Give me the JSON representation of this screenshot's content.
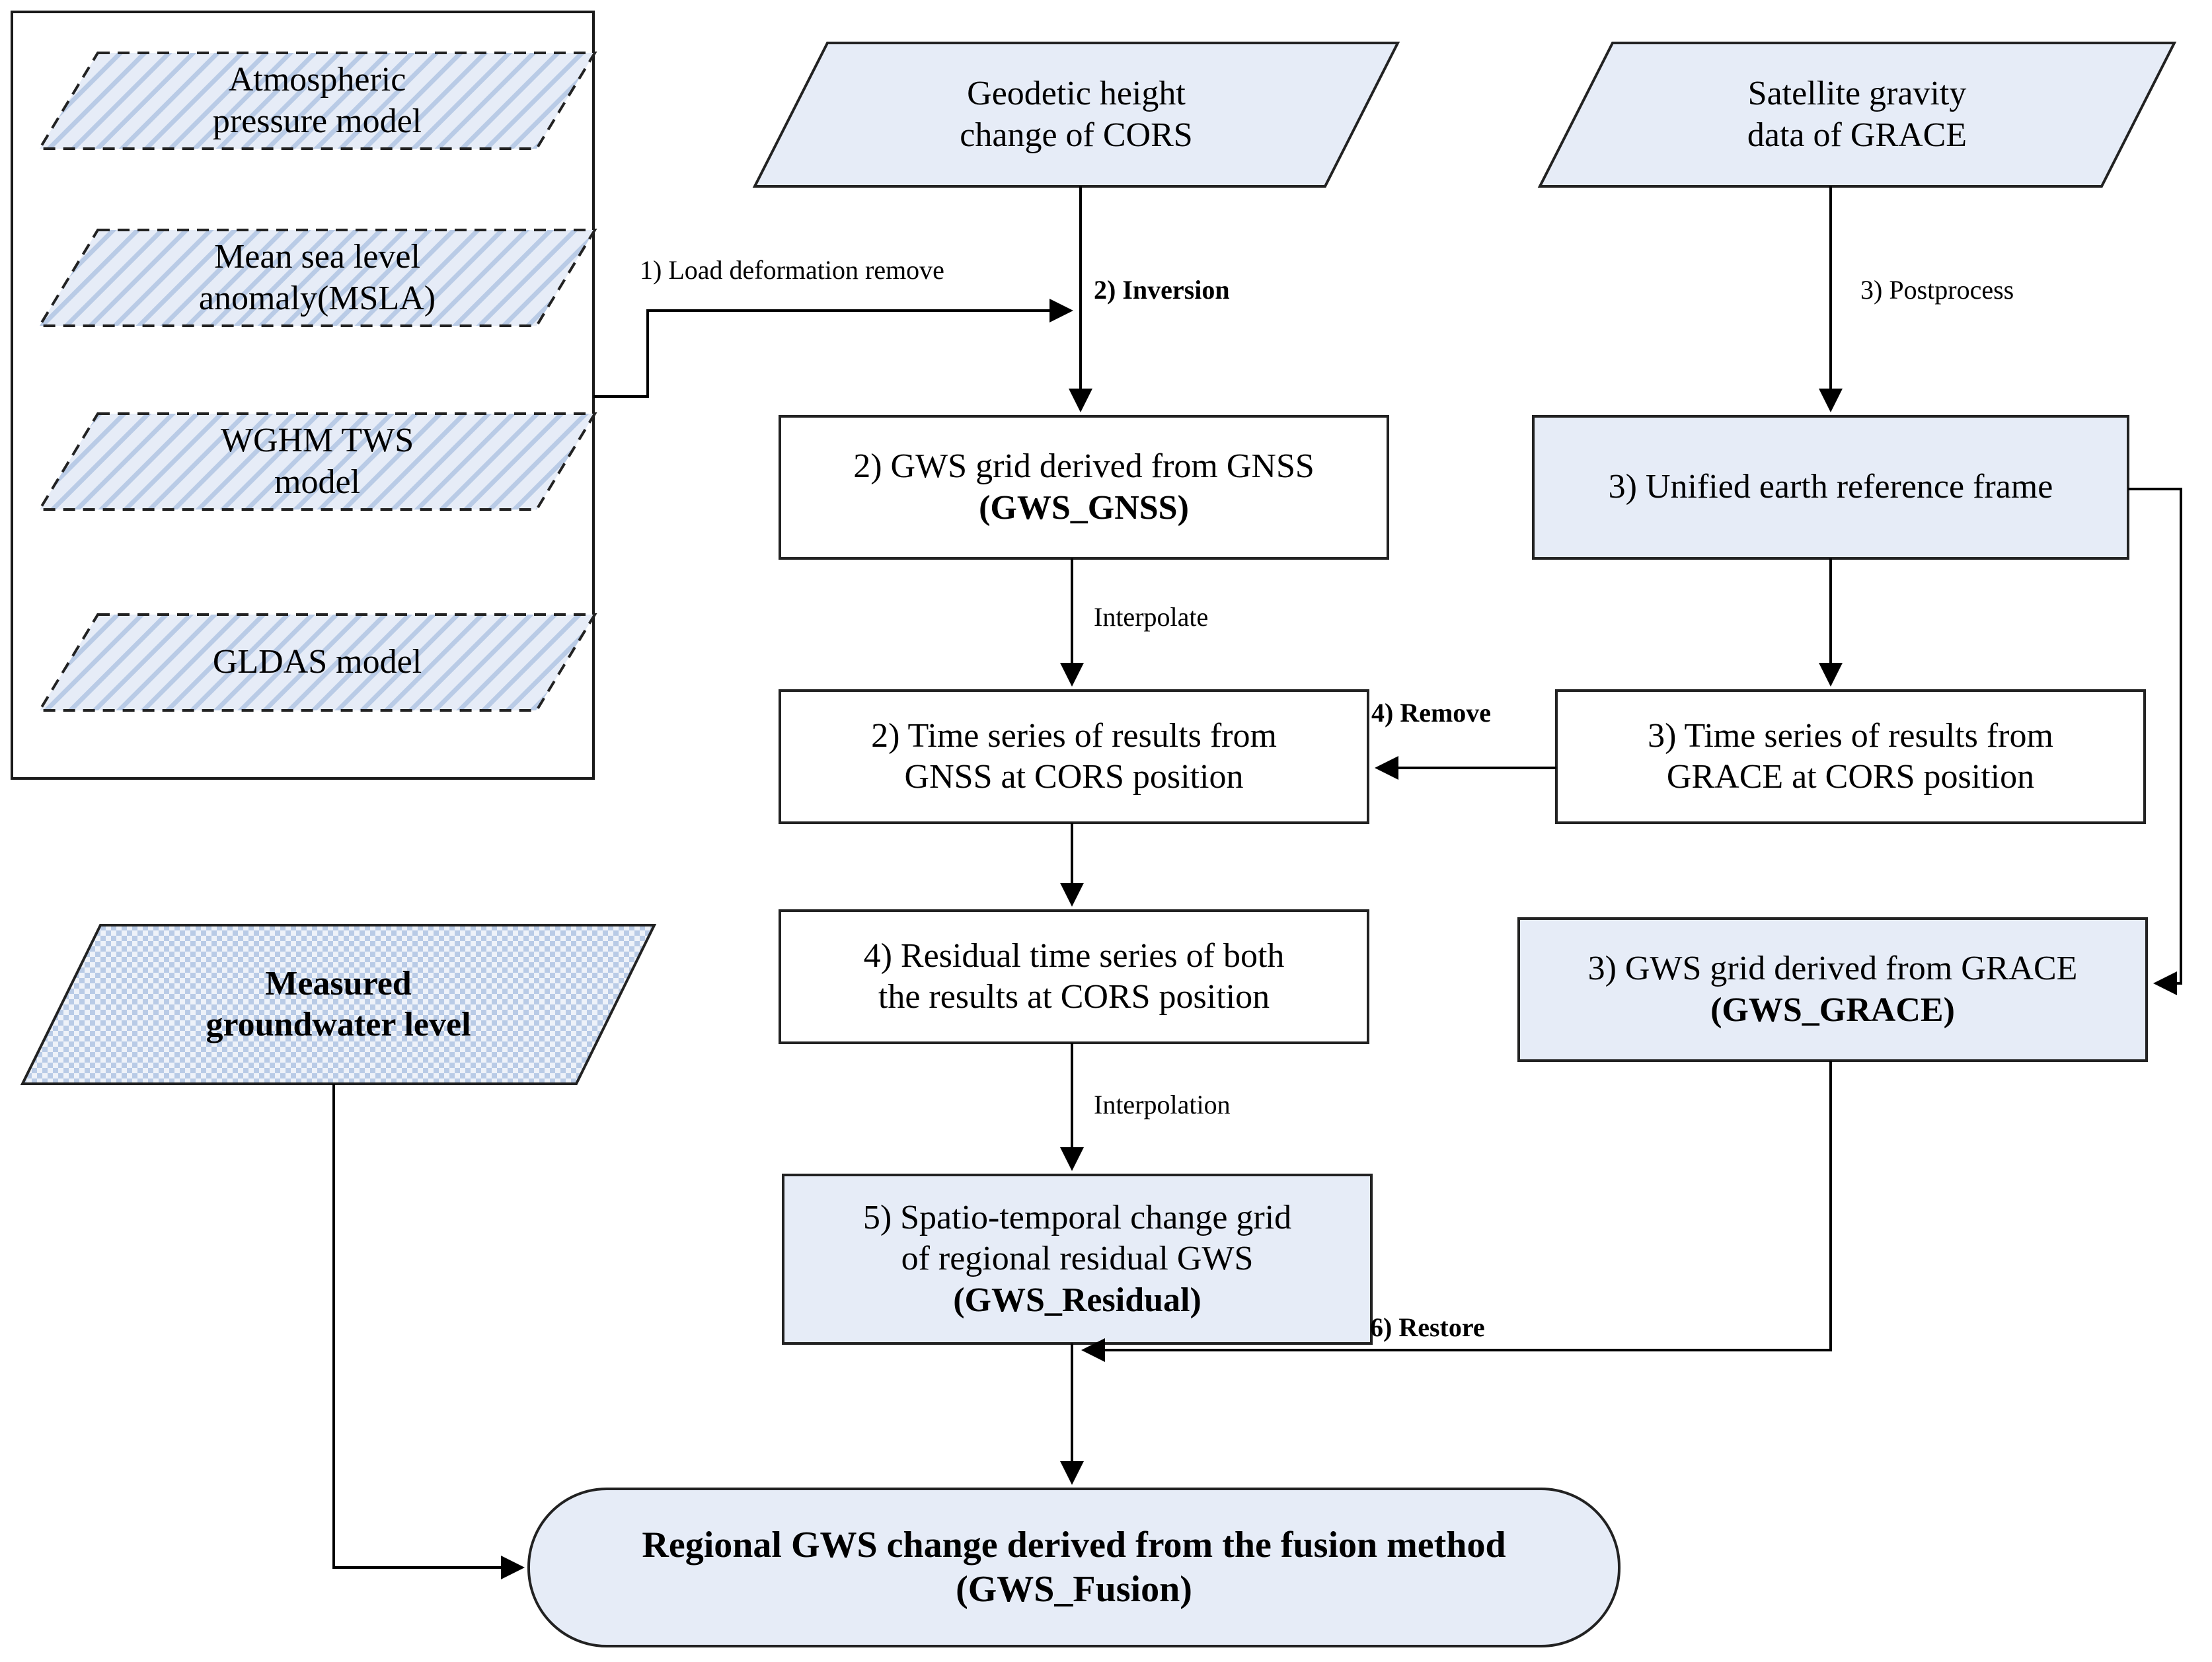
{
  "diagram": {
    "title": "Regional groundwater storage fusion workflow",
    "colors": {
      "fill_light_blue": "#e6ecf7",
      "fill_pattern_blue": "#b9cbe6",
      "stroke": "#1a1a1a",
      "background": "#ffffff"
    }
  },
  "group_box": {
    "name": "auxiliary-models-group"
  },
  "nodes": {
    "atmospheric_pressure_model": {
      "lines": [
        "Atmospheric",
        "pressure model"
      ],
      "shape": "parallelogram",
      "style": "hatched-dashed"
    },
    "mean_sea_level_anomaly": {
      "lines": [
        "Mean sea level",
        "anomaly(MSLA)"
      ],
      "shape": "parallelogram",
      "style": "hatched-dashed"
    },
    "wghm_tws_model": {
      "lines": [
        "WGHM TWS",
        "model"
      ],
      "shape": "parallelogram",
      "style": "hatched-dashed"
    },
    "gldas_model": {
      "lines": [
        "GLDAS model"
      ],
      "shape": "parallelogram",
      "style": "hatched-dashed"
    },
    "measured_groundwater_level": {
      "lines": [
        "Measured",
        "groundwater level"
      ],
      "shape": "parallelogram",
      "style": "checker-solid",
      "bold": true
    },
    "geodetic_height_change": {
      "lines": [
        "Geodetic height",
        "change of CORS"
      ],
      "shape": "parallelogram",
      "style": "solid-fill"
    },
    "satellite_gravity_grace": {
      "lines": [
        "Satellite gravity",
        "data of GRACE"
      ],
      "shape": "parallelogram",
      "style": "solid-fill"
    },
    "gws_grid_gnss": {
      "lines": [
        "2) GWS grid derived from GNSS",
        "(GWS_GNSS)"
      ],
      "bold_lines": [
        false,
        true
      ],
      "shape": "rect",
      "style": "white"
    },
    "unified_earth_frame": {
      "lines": [
        "3) Unified earth reference frame"
      ],
      "bold_lines": [
        false
      ],
      "shape": "rect",
      "style": "blue"
    },
    "time_series_gnss": {
      "lines": [
        "2) Time series of results from",
        "GNSS at CORS position"
      ],
      "bold_lines": [
        false,
        false
      ],
      "shape": "rect",
      "style": "white"
    },
    "time_series_grace": {
      "lines": [
        "3) Time series of results from",
        "GRACE at CORS position"
      ],
      "bold_lines": [
        false,
        false
      ],
      "shape": "rect",
      "style": "white"
    },
    "residual_time_series": {
      "lines": [
        "4) Residual time series of both",
        "the results at CORS position"
      ],
      "bold_lines": [
        false,
        false
      ],
      "shape": "rect",
      "style": "white"
    },
    "gws_grid_grace": {
      "lines": [
        "3) GWS grid derived from GRACE",
        "(GWS_GRACE)"
      ],
      "bold_lines": [
        false,
        true
      ],
      "shape": "rect",
      "style": "blue"
    },
    "gws_residual_grid": {
      "lines": [
        "5) Spatio-temporal change grid",
        "of regional residual GWS",
        "(GWS_Residual)"
      ],
      "bold_lines": [
        false,
        false,
        true
      ],
      "shape": "rect",
      "style": "blue"
    },
    "gws_fusion": {
      "lines": [
        "Regional GWS change derived from the fusion method",
        "(GWS_Fusion)"
      ],
      "bold_lines": [
        true,
        true
      ],
      "shape": "rounded",
      "style": "blue"
    }
  },
  "edge_labels": {
    "load_deformation_remove": {
      "text": "1) Load deformation remove",
      "bold": false
    },
    "inversion": {
      "text": "2) Inversion",
      "bold": true
    },
    "postprocess": {
      "text": "3) Postprocess",
      "bold": false
    },
    "interpolate": {
      "text": "Interpolate",
      "bold": false
    },
    "remove": {
      "text": "4) Remove",
      "bold": true
    },
    "interpolation": {
      "text": "Interpolation",
      "bold": false
    },
    "restore": {
      "text": "6) Restore",
      "bold": true
    }
  }
}
